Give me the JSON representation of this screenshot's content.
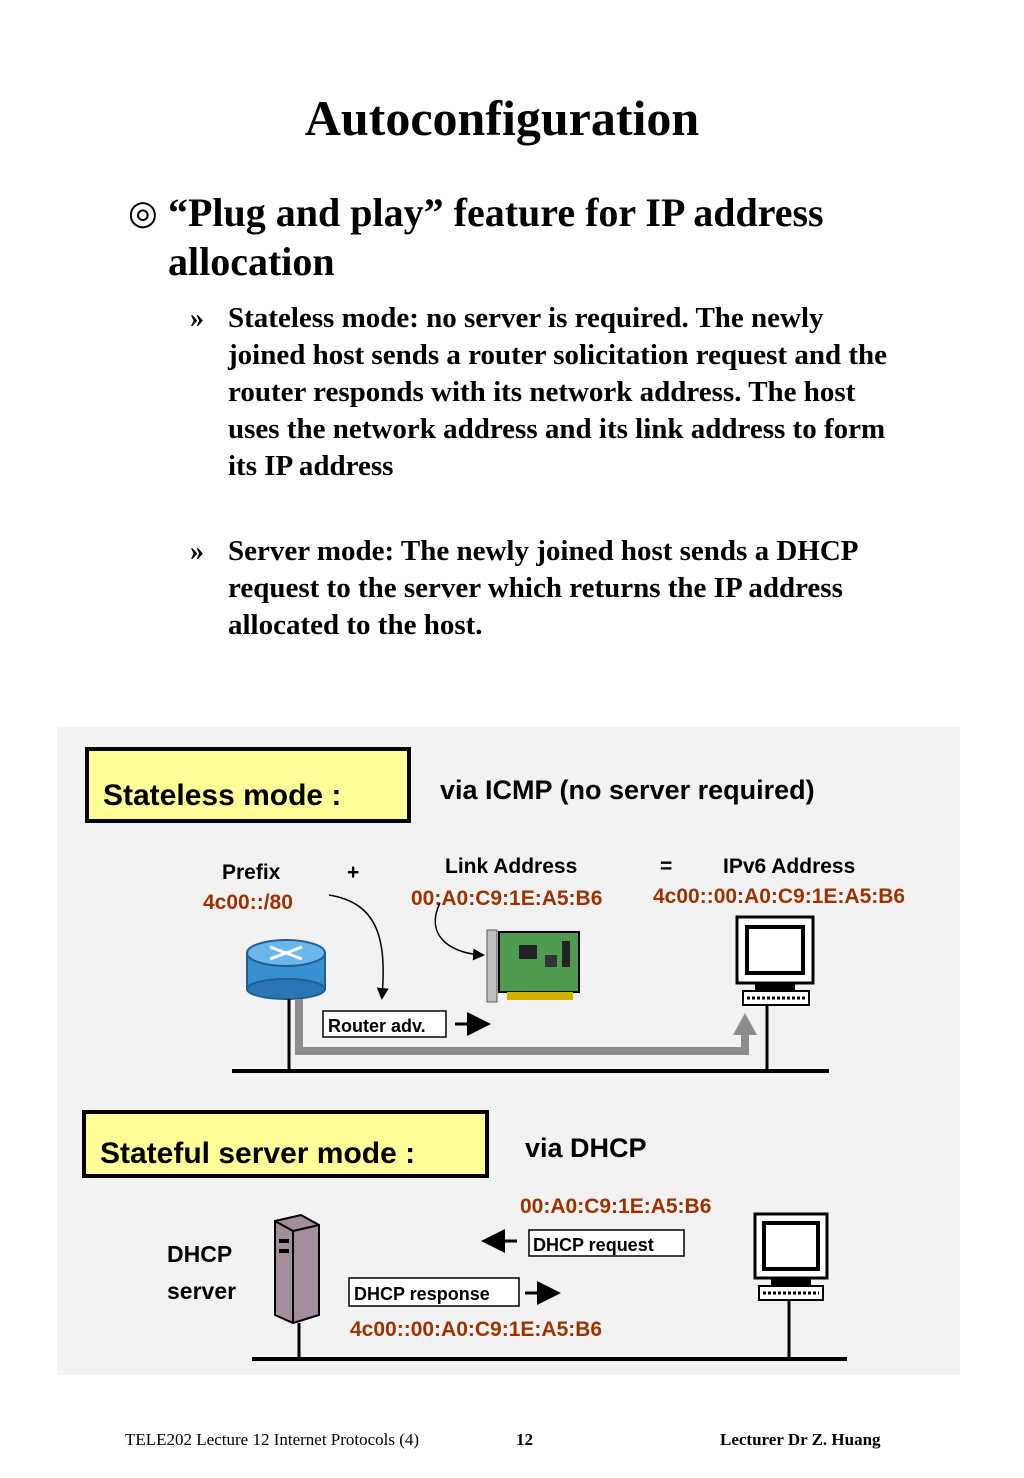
{
  "title": "Autoconfiguration",
  "main_bullet": {
    "glyph": "◎",
    "text": "“Plug and play” feature for IP address allocation"
  },
  "sub_bullets": [
    {
      "glyph": "»",
      "text": "Stateless mode: no server is required. The newly joined host sends a router solicitation request and the router responds with its network address. The host uses the network address and its link address to form its IP address"
    },
    {
      "glyph": "»",
      "text": "Server mode:  The newly joined host sends a DHCP request to the server which returns the IP address allocated to the host."
    }
  ],
  "diagram": {
    "stateless": {
      "mode_label": "Stateless mode :",
      "via": "via ICMP (no server required)",
      "prefix_label": "Prefix",
      "plus": "+",
      "prefix_value": "4c00::/80",
      "link_label": "Link Address",
      "equals": "=",
      "link_value": "00:A0:C9:1E:A5:B6",
      "ipv6_label": "IPv6 Address",
      "ipv6_value": "4c00::00:A0:C9:1E:A5:B6",
      "router_adv": "Router adv."
    },
    "stateful": {
      "mode_label": "Stateful server mode :",
      "via": "via DHCP",
      "server_label_line1": "DHCP",
      "server_label_line2": "server",
      "mac_value": "00:A0:C9:1E:A5:B6",
      "request_label": "DHCP request",
      "response_label": "DHCP response",
      "assigned_value": "4c00::00:A0:C9:1E:A5:B6"
    },
    "colors": {
      "box_fill": "#ffff99",
      "value_red": "#993300",
      "background": "#f2f2f2",
      "router_blue": "#3a8fd1"
    }
  },
  "footer": {
    "left": "TELE202 Lecture 12 Internet Protocols (4)",
    "page": "12",
    "right": "Lecturer  Dr Z. Huang"
  }
}
